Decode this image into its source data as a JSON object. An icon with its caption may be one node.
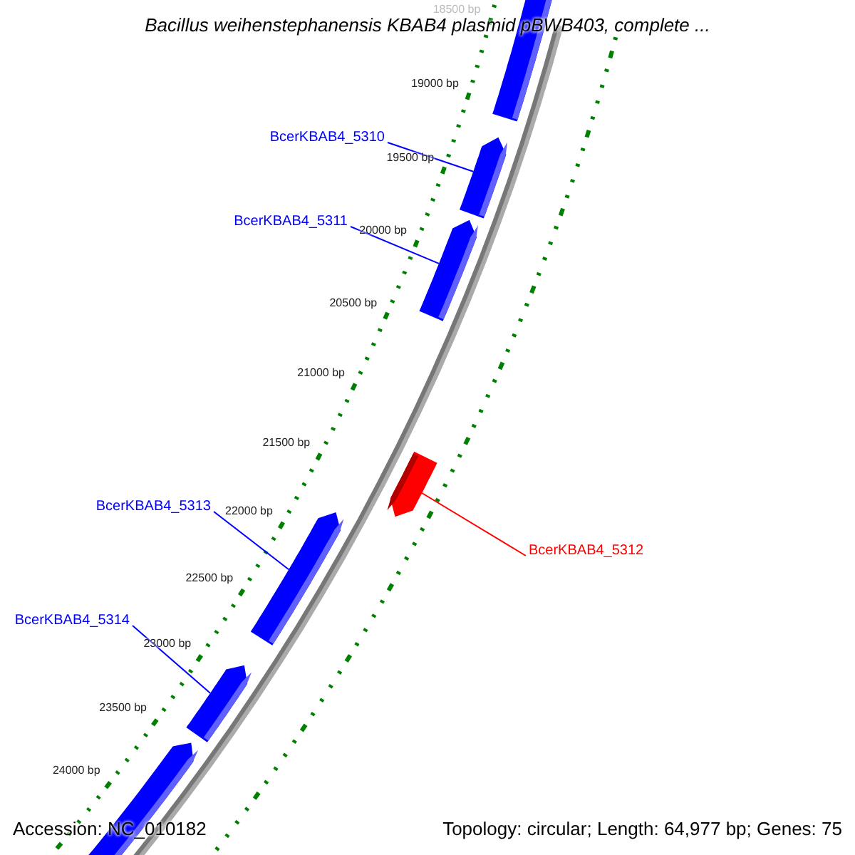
{
  "diagram": {
    "title": "Bacillus weihenstephanensis KBAB4 plasmid pBWB403, complete ...",
    "nodes": [
      {
        "text": [
          "BcerKBAB4_5310"
        ]
      },
      {
        "text": [],
        "shape": "arrow"
      },
      {
        "text": [
          "BcerKBAB4_5311"
        ]
      },
      {
        "text": [],
        "shape": "arrow"
      },
      {
        "text": [
          "BcerKBAB4_5313"
        ]
      },
      {
        "text": [],
        "shape": "arrow"
      },
      {
        "text": [
          "BcerKBAB4_5312"
        ]
      },
      {
        "text": [],
        "shape": "arrow"
      },
      {
        "text": [
          "BcerKBAB4_5314"
        ]
      },
      {
        "text": [],
        "shape": "arrow"
      }
    ],
    "edges": [
      {
        "from": 0,
        "to": 1,
        "arrow": "none"
      },
      {
        "from": 2,
        "to": 3,
        "arrow": "none"
      },
      {
        "from": 4,
        "to": 5,
        "arrow": "none"
      },
      {
        "from": 6,
        "to": 7,
        "arrow": "none",
        "color": "#ff0000"
      },
      {
        "from": 8,
        "to": 9,
        "arrow": "none"
      }
    ],
    "labels": [
      "18500 bp",
      "19000 bp",
      "19500 bp",
      "20000 bp",
      "20500 bp",
      "21000 bp",
      "21500 bp",
      "22000 bp",
      "22500 bp",
      "23000 bp",
      "23500 bp",
      "24000 bp",
      "Accession: NC_010182",
      "Topology: circular; Length: 64,977 bp; Genes: 75"
    ]
  }
}
